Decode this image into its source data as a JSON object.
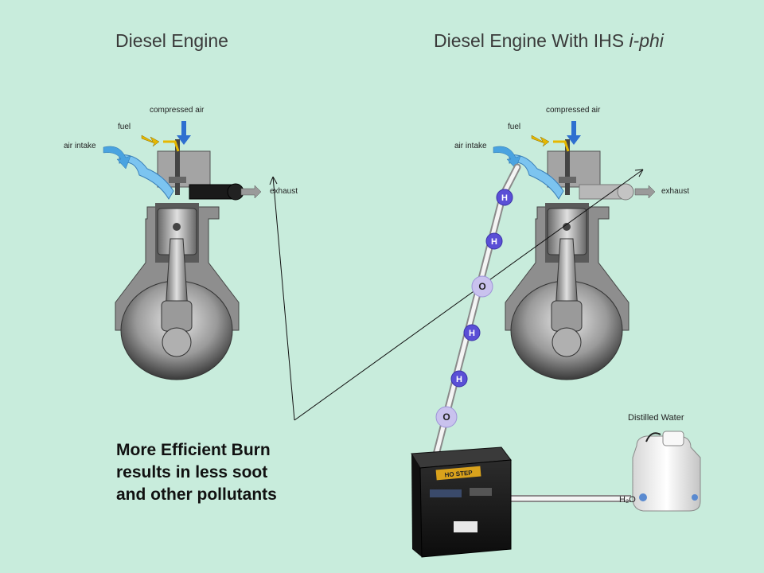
{
  "titles": {
    "left": "Diesel Engine",
    "right_prefix": "Diesel Engine With IHS ",
    "right_italic": "i-phi"
  },
  "engine_labels": {
    "compressed_air": "compressed air",
    "fuel": "fuel",
    "air_intake": "air intake",
    "exhaust": "exhaust"
  },
  "molecules": [
    "H",
    "H",
    "O",
    "H",
    "H",
    "O"
  ],
  "caption": {
    "line1": "More Efficient Burn",
    "line2": "results in less soot",
    "line3": "and other pollutants"
  },
  "water_tank_label": "Distilled Water",
  "h2o_label": "H₂O",
  "box_label": "HO STEP",
  "colors": {
    "background": "#c8ecdc",
    "molecule": "#5a4fd6",
    "molecule_o": "#c9c2ee",
    "compressed_air_arrow": "#2e6fd0",
    "fuel_arrow": "#e6b800",
    "intake_arrow": "#4aa3e0",
    "exhaust_dark": "#1a1a1a",
    "exhaust_light": "#b8b8b8"
  }
}
